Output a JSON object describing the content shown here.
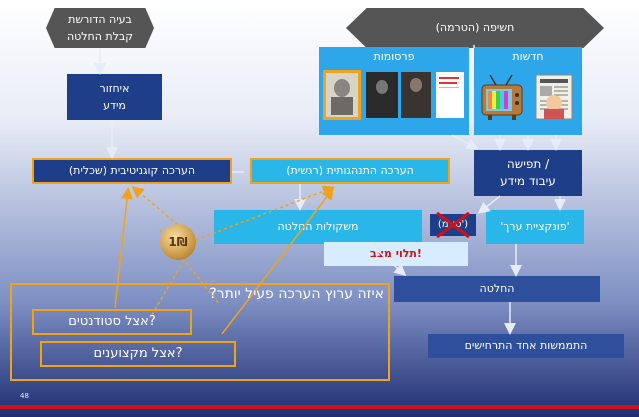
{
  "decision_hex": {
    "line1": "בעיה הדורשת",
    "line2": "קבלת החלטה"
  },
  "exposure_hex": {
    "label": "חשיפה (הטרמה)"
  },
  "retrieval": {
    "line1": "איחזור",
    "line2": "מידע"
  },
  "ads_label": "פרסומות",
  "news_label": "חדשות",
  "perception": {
    "line1": "תפישה /",
    "line2": "עיבוד מידע"
  },
  "cognitive_eval": "הערכה קוגניטיבית (שכלית)",
  "behavioral_eval": "הערכה התנהגותית (רגשית)",
  "decision_weights": "משקולות החלטה",
  "sigma": "(סיגמ')",
  "value_function": "'פונקציית ערך'",
  "depends_state": "תלוי מצב!",
  "decision": "החלטה",
  "outcome": "התממשות אחד התרחישים",
  "question": "איזה ערוץ הערכה פעיל יותר?",
  "students": "אצל סטודנטים?",
  "professionals": "אצל מקצוענים?",
  "coin": "1₪",
  "page_number": "48",
  "colors": {
    "orange": "#f0a31a",
    "navy": "#1f3e8a",
    "azure": "#29b7ea",
    "red_bar": "#d3101a"
  }
}
